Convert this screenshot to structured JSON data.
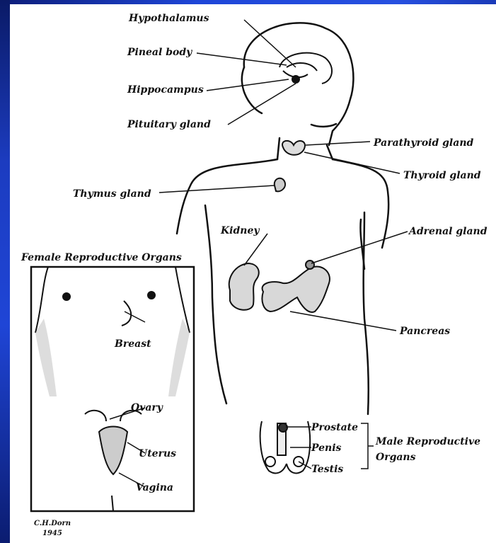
{
  "labels": {
    "hypothalamus": "Hypothalamus",
    "pineal_body": "Pineal body",
    "hippocampus": "Hippocampus",
    "pituitary_gland": "Pituitary gland",
    "parathyroid_gland": "Parathyroid gland",
    "thyroid_gland": "Thyroid gland",
    "thymus_gland": "Thymus gland",
    "kidney": "Kidney",
    "adrenal_gland": "Adrenal gland",
    "pancreas": "Pancreas",
    "female_title": "Female Reproductive Organs",
    "breast": "Breast",
    "ovary": "Ovary",
    "uterus": "Uterus",
    "vagina": "Vagina",
    "prostate": "Prostate",
    "penis": "Penis",
    "testis": "Testis",
    "male_line1": "Male Reproductive",
    "male_line2": "Organs"
  },
  "signature": {
    "line1": "C.H.Dorn",
    "line2": "1945"
  },
  "colors": {
    "frame": "#1f45d6",
    "ink": "#111111",
    "background": "#ffffff"
  }
}
